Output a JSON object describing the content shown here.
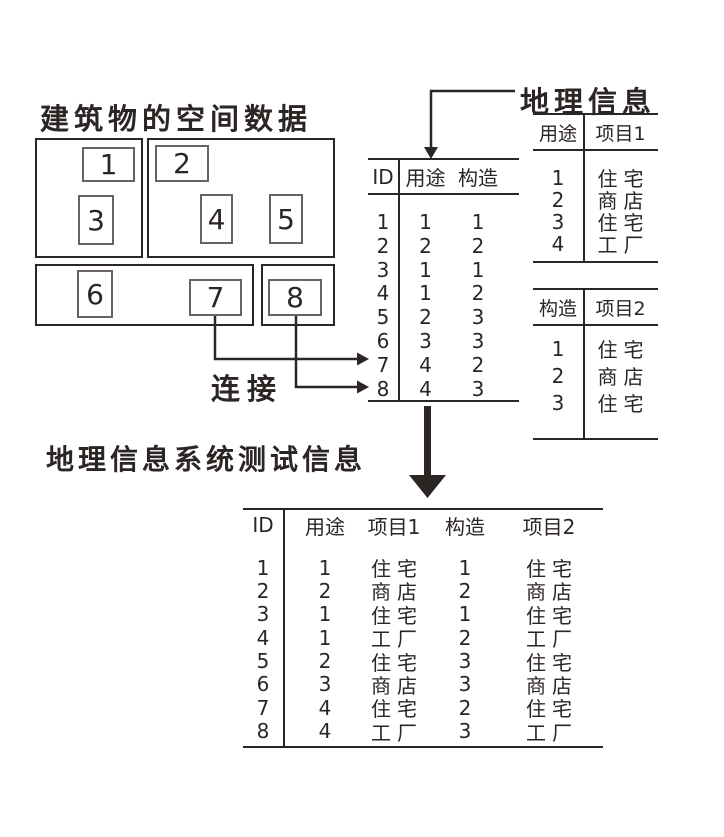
{
  "titles": {
    "map": "建筑物的空间数据",
    "geo_info": "地理信息",
    "join": "连接",
    "result": "地理信息系统测试信息"
  },
  "map": {
    "buildings": [
      "1",
      "2",
      "3",
      "4",
      "5",
      "6",
      "7",
      "8"
    ]
  },
  "attr_table": {
    "headers": {
      "id": "ID",
      "use": "用途",
      "structure": "构造"
    },
    "rows": [
      {
        "id": "1",
        "use": "1",
        "structure": "1"
      },
      {
        "id": "2",
        "use": "2",
        "structure": "2"
      },
      {
        "id": "3",
        "use": "1",
        "structure": "1"
      },
      {
        "id": "4",
        "use": "1",
        "structure": "2"
      },
      {
        "id": "5",
        "use": "2",
        "structure": "3"
      },
      {
        "id": "6",
        "use": "3",
        "structure": "3"
      },
      {
        "id": "7",
        "use": "4",
        "structure": "2"
      },
      {
        "id": "8",
        "use": "4",
        "structure": "3"
      }
    ]
  },
  "use_lookup": {
    "headers": {
      "key": "用途",
      "value": "项目1"
    },
    "rows": [
      {
        "key": "1",
        "value": "住宅"
      },
      {
        "key": "2",
        "value": "商店"
      },
      {
        "key": "3",
        "value": "住宅"
      },
      {
        "key": "4",
        "value": "工厂"
      }
    ]
  },
  "structure_lookup": {
    "headers": {
      "key": "构造",
      "value": "项目2"
    },
    "rows": [
      {
        "key": "1",
        "value": "住宅"
      },
      {
        "key": "2",
        "value": "商店"
      },
      {
        "key": "3",
        "value": "住宅"
      }
    ]
  },
  "result_table": {
    "headers": [
      "ID",
      "用途",
      "项目1",
      "构造",
      "项目2"
    ],
    "rows": [
      [
        "1",
        "1",
        "住宅",
        "1",
        "住宅"
      ],
      [
        "2",
        "2",
        "商店",
        "2",
        "商店"
      ],
      [
        "3",
        "1",
        "住宅",
        "1",
        "住宅"
      ],
      [
        "4",
        "1",
        "工厂",
        "2",
        "工厂"
      ],
      [
        "5",
        "2",
        "住宅",
        "3",
        "住宅"
      ],
      [
        "6",
        "3",
        "商店",
        "3",
        "商店"
      ],
      [
        "7",
        "4",
        "住宅",
        "2",
        "住宅"
      ],
      [
        "8",
        "4",
        "工厂",
        "3",
        "工厂"
      ]
    ]
  },
  "colors": {
    "ink": "#2b2523",
    "building_border": "#6a6461",
    "background": "#ffffff"
  }
}
